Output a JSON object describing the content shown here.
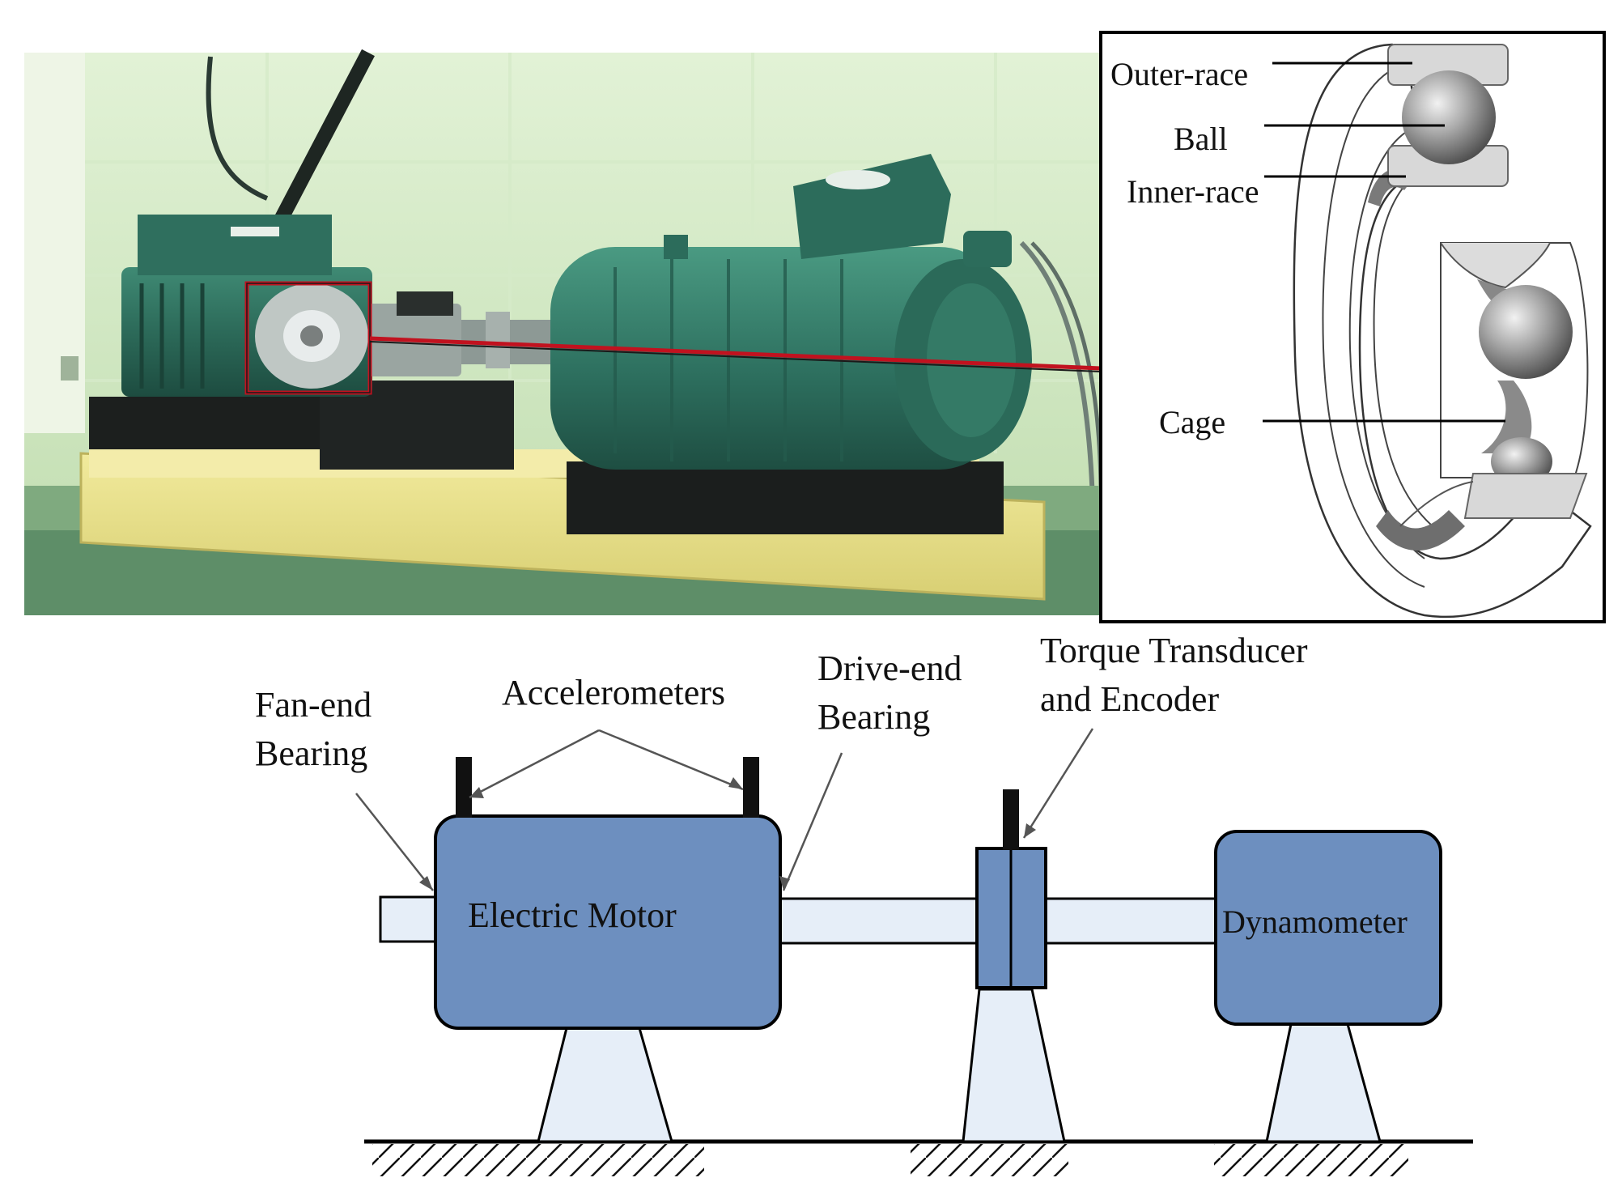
{
  "photo": {
    "description_free": true
  },
  "bearing_inset": {
    "labels": {
      "outer_race": "Outer-race",
      "ball": "Ball",
      "inner_race": "Inner-race",
      "cage": "Cage"
    }
  },
  "schematic": {
    "labels": {
      "fan_end_line1": "Fan-end",
      "fan_end_line2": "Bearing",
      "accelerometers": "Accelerometers",
      "drive_end_line1": "Drive-end",
      "drive_end_line2": "Bearing",
      "torque_line1": "Torque Transducer",
      "torque_line2": "and Encoder",
      "electric_motor": "Electric Motor",
      "dynamometer": "Dynamometer"
    }
  },
  "colors": {
    "motor_teal": "#2f6f5e",
    "base_yellow": "#e9e08a",
    "wall_green": "#cfe8c0",
    "block_blue": "#6d8fbf",
    "shaft_light": "#e6eef8",
    "highlight_red": "#c1121f"
  }
}
